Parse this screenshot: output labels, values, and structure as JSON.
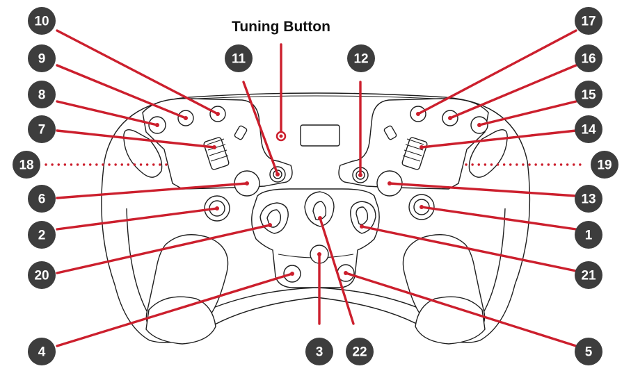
{
  "title": "Tuning Button",
  "colors": {
    "leader": "#cc1f2d",
    "badge": "#3d3d3d",
    "outline": "#1e1e1e"
  },
  "callouts": [
    "1",
    "2",
    "3",
    "4",
    "5",
    "6",
    "7",
    "8",
    "9",
    "10",
    "11",
    "12",
    "13",
    "14",
    "15",
    "16",
    "17",
    "18",
    "19",
    "20",
    "21",
    "22"
  ]
}
